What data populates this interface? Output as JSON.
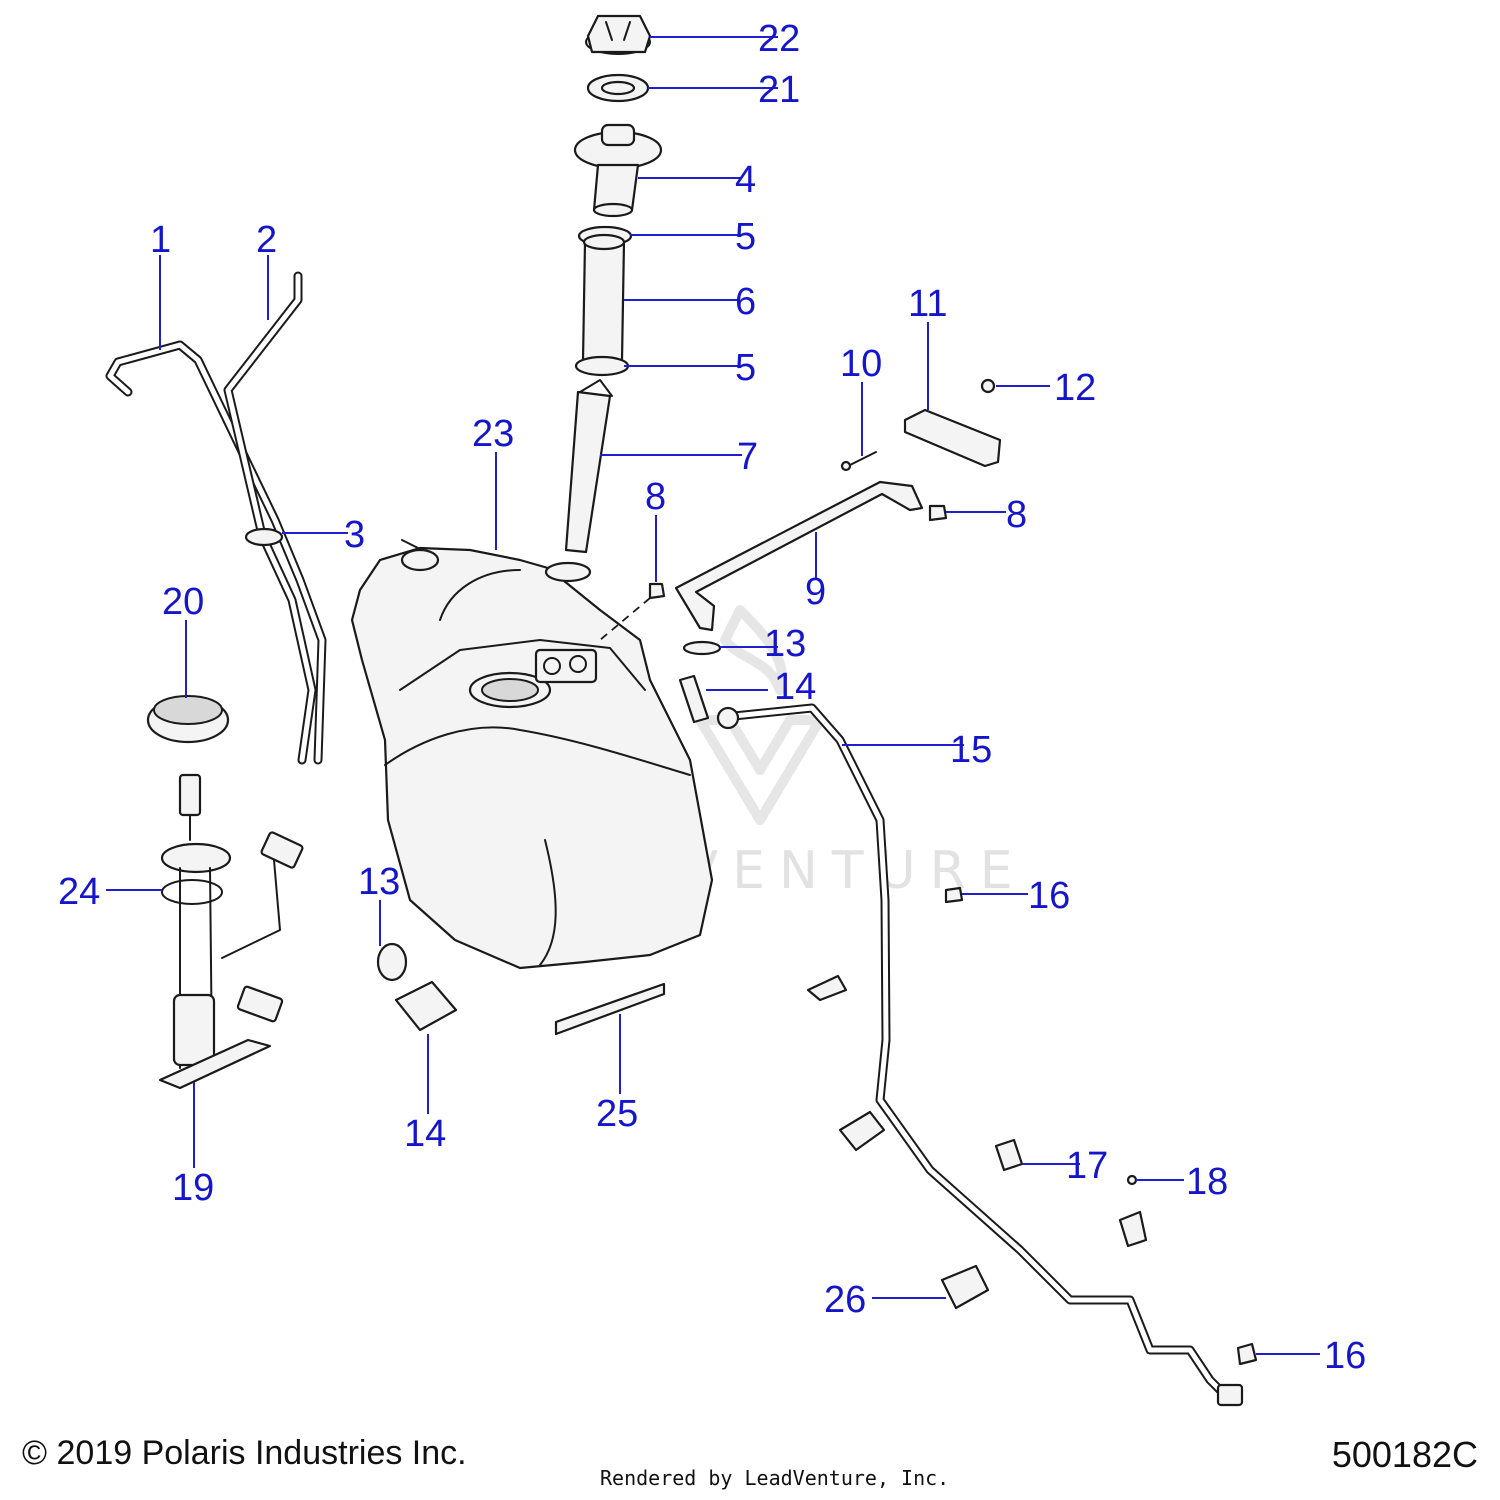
{
  "callouts": [
    {
      "id": "c22",
      "label": "22"
    },
    {
      "id": "c21",
      "label": "21"
    },
    {
      "id": "c4",
      "label": "4"
    },
    {
      "id": "c5a",
      "label": "5"
    },
    {
      "id": "c6",
      "label": "6"
    },
    {
      "id": "c5b",
      "label": "5"
    },
    {
      "id": "c7",
      "label": "7"
    },
    {
      "id": "c1",
      "label": "1"
    },
    {
      "id": "c2",
      "label": "2"
    },
    {
      "id": "c3",
      "label": "3"
    },
    {
      "id": "c23",
      "label": "23"
    },
    {
      "id": "c11",
      "label": "11"
    },
    {
      "id": "c10",
      "label": "10"
    },
    {
      "id": "c12",
      "label": "12"
    },
    {
      "id": "c8a",
      "label": "8"
    },
    {
      "id": "c8b",
      "label": "8"
    },
    {
      "id": "c9",
      "label": "9"
    },
    {
      "id": "c20",
      "label": "20"
    },
    {
      "id": "c13a",
      "label": "13"
    },
    {
      "id": "c14a",
      "label": "14"
    },
    {
      "id": "c15",
      "label": "15"
    },
    {
      "id": "c24",
      "label": "24"
    },
    {
      "id": "c13b",
      "label": "13"
    },
    {
      "id": "c16a",
      "label": "16"
    },
    {
      "id": "c14b",
      "label": "14"
    },
    {
      "id": "c25",
      "label": "25"
    },
    {
      "id": "c19",
      "label": "19"
    },
    {
      "id": "c17",
      "label": "17"
    },
    {
      "id": "c18",
      "label": "18"
    },
    {
      "id": "c26",
      "label": "26"
    },
    {
      "id": "c16b",
      "label": "16"
    }
  ],
  "watermark": "LEADVENTURE",
  "footer": {
    "copyright": "© 2019 Polaris Industries Inc.",
    "rendered_by": "Rendered by LeadVenture, Inc.",
    "diagram_code": "500182C"
  },
  "colors": {
    "callout": "#1515cc",
    "line_art": "#1a1a1a",
    "watermark": "#e2e2e2"
  }
}
